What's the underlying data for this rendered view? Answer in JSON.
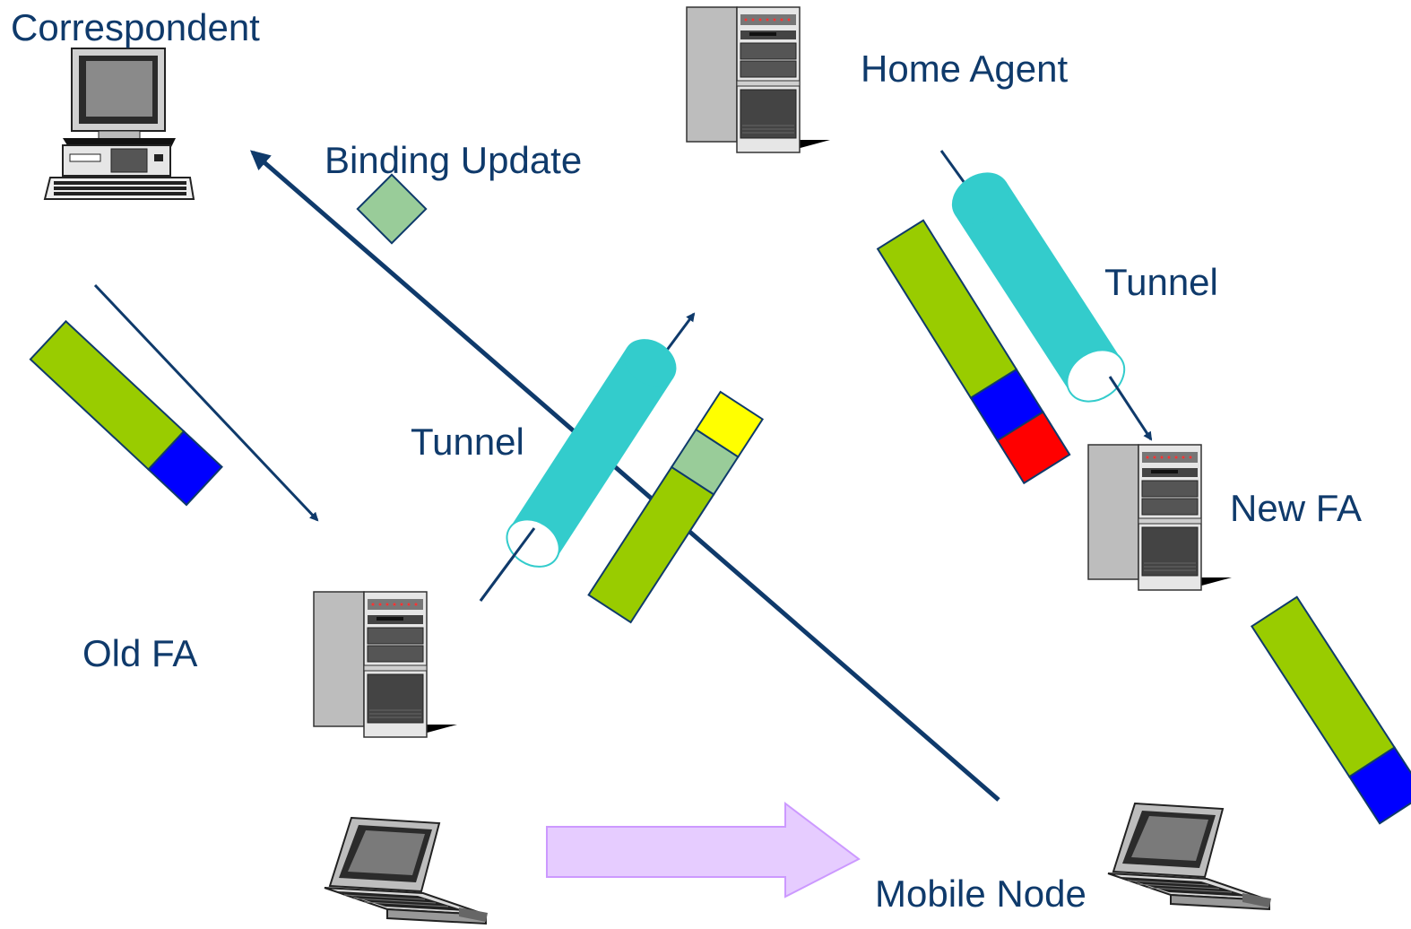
{
  "labels": {
    "correspondent": "Correspondent",
    "home_agent": "Home Agent",
    "binding_update": "Binding Update",
    "tunnel_left": "Tunnel",
    "tunnel_right": "Tunnel",
    "new_fa": "New FA",
    "old_fa": "Old FA",
    "mobile_node": "Mobile Node"
  },
  "colors": {
    "text": "#0f3a6b",
    "arrow": "#0f3a6b",
    "payload": "#99cc00",
    "header_blue": "#0000ff",
    "header_red": "#ff0000",
    "header_yellow": "#ffff00",
    "header_light_green": "#99cc99",
    "tunnel": "#33cccc",
    "movement_arrow": "#e6ccff",
    "movement_arrow_border": "#cc99ff"
  },
  "icons": {
    "correspondent": "desktop-computer-icon",
    "home_agent": "server-tower-icon",
    "old_fa": "server-tower-icon",
    "new_fa": "server-tower-icon",
    "mobile_node_old": "laptop-icon",
    "mobile_node_new": "laptop-icon"
  }
}
